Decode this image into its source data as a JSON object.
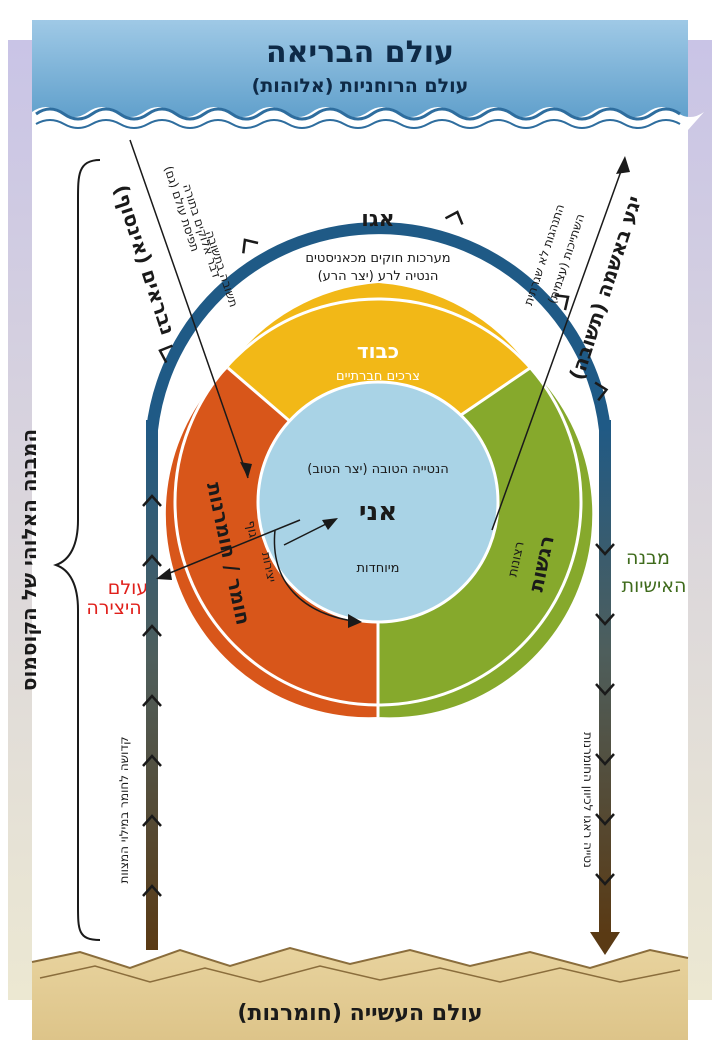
{
  "top_band": {
    "title": "עולם הבריאה",
    "subtitle": "(אלוהות) עולם הרוחניות"
  },
  "bottom_band": {
    "title": "(חומרנות) עולם העשייה"
  },
  "left_vertical_label": "המבנה האלוהי של הקוסמוס",
  "creation_label": {
    "line1": "עולם",
    "line2": "היצירה"
  },
  "personality_label": {
    "line1": "מבנה",
    "line2": "האישיות"
  },
  "ego": {
    "title": "אגו",
    "line1": "מערכות חוקים מכאניסטים",
    "line2": "הנטיה לרע (יצר הרע)"
  },
  "segments": {
    "honor": {
      "title": "כבוד",
      "subtitle": "צרכים חברתיים"
    },
    "left": {
      "title": "חומר / חומרנות",
      "subtitle": "גוף"
    },
    "left_small": "יצירות",
    "right": {
      "title": "רגשות",
      "subtitle": "רצונות"
    }
  },
  "core": {
    "top": "הנטייה הטובה (יצר הטוב)",
    "title": "אני",
    "bottom": "מיוחדות"
  },
  "left_arc_text": "(אינסוף) נבראים",
  "left_diag_text": {
    "line1": "תפיסת עולם (גם)",
    "line2": "דבר אלוקים בתורה",
    "line3": "תשובה בתשובה"
  },
  "right_arc_text": "(תשובה) יגע באשמה",
  "right_diag_text": {
    "line1": "התנהגות לא שגרתית",
    "line2": "(עצמית) השתייכות"
  },
  "left_vertical_text": "קדושה לחומר במילוי המצוות",
  "right_vertical_text": "נטייה ראגו לכיוון החומרנות",
  "colors": {
    "honor": "#f2b817",
    "body": "#d8561a",
    "emotions": "#86a92c",
    "core": "#a9d3e6",
    "ring": "#1f5a86",
    "arrow_dark": "#5a3a14",
    "creation": "#e0201b",
    "personality": "#3f6b1c"
  }
}
